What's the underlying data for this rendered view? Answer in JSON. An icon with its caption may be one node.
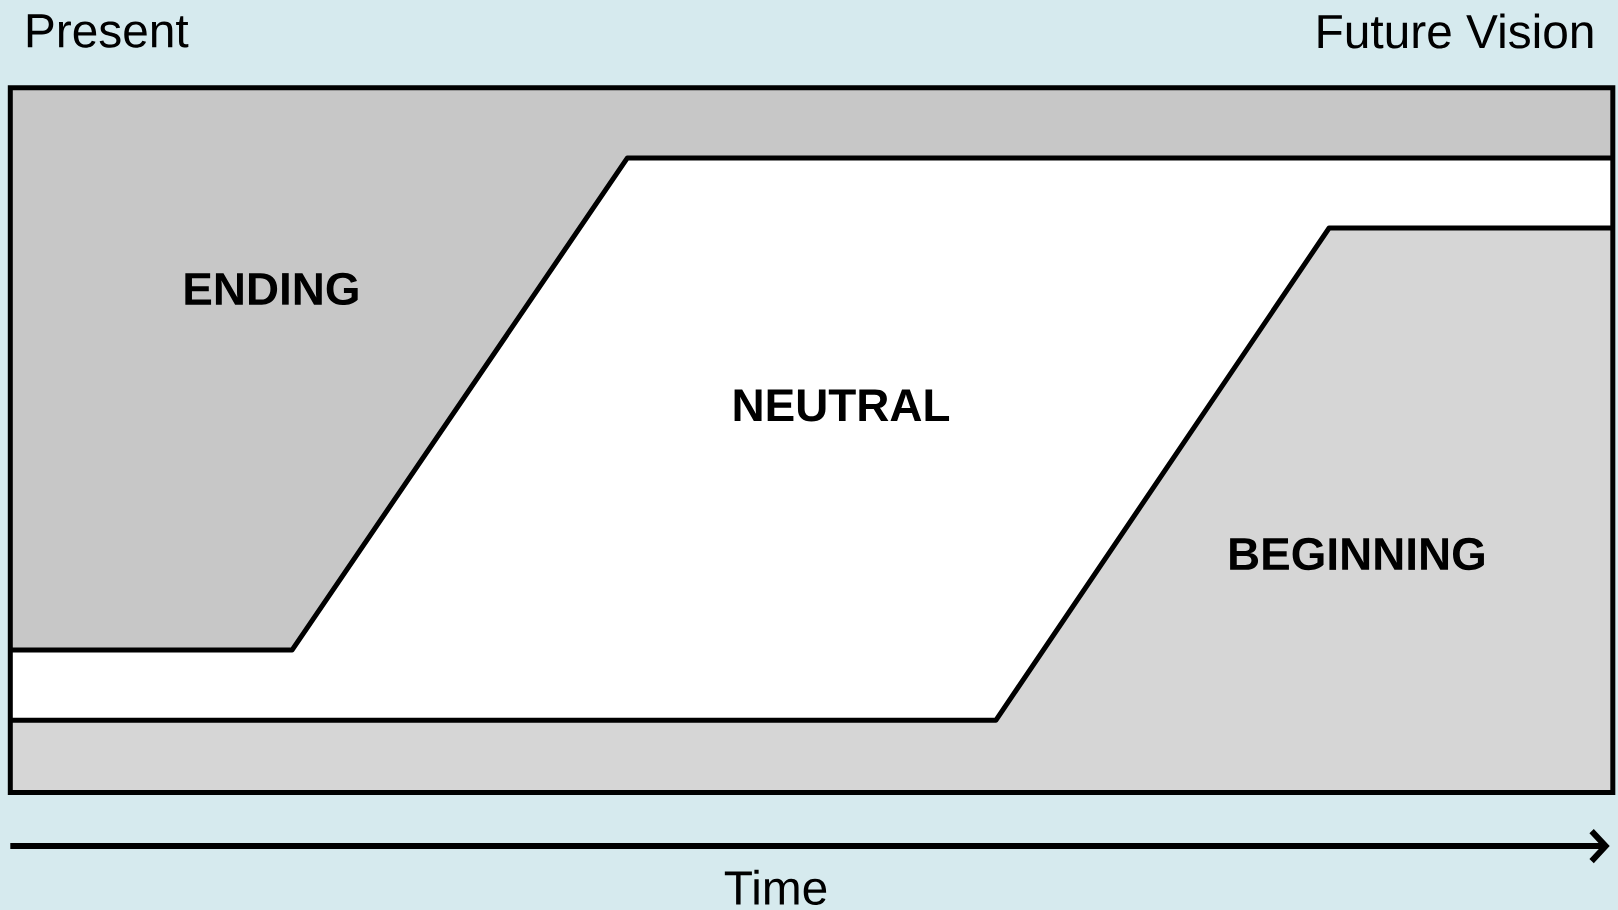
{
  "diagram": {
    "nodes": [
      {
        "text": [
          "ENDING"
        ]
      },
      {
        "text": [
          "NEUTRAL"
        ]
      },
      {
        "text": [
          "BEGINNING"
        ]
      }
    ],
    "edges": [],
    "labels": [
      "Present",
      "Future Vision",
      "Time"
    ]
  }
}
